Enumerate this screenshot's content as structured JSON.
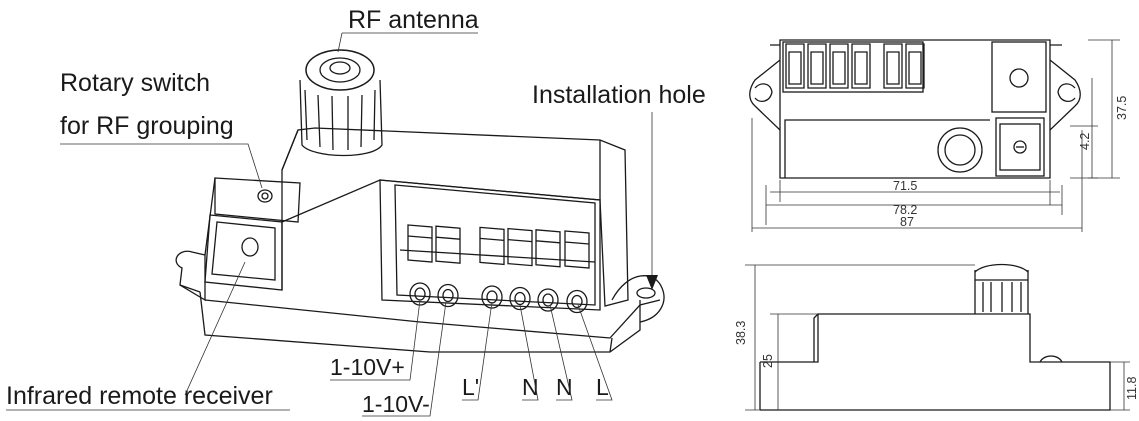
{
  "labels": {
    "rf_antenna": "RF antenna",
    "rotary_line1": "Rotary switch",
    "rotary_line2": "for RF grouping",
    "installation_hole": "Installation hole",
    "infrared": "Infrared remote receiver",
    "t_plus": "1-10V+",
    "t_minus": "1-10V-",
    "t_lp": "L'",
    "t_n1": "N",
    "t_n2": "N",
    "t_l": "L"
  },
  "dimensions": {
    "top_view": {
      "d_71_5": "71.5",
      "d_78_2": "78.2",
      "d_87": "87",
      "d_37_5": "37.5",
      "d_4_2": "4.2"
    },
    "side_view": {
      "d_38_3": "38.3",
      "d_25": "25",
      "d_11_8": "11.8"
    }
  }
}
